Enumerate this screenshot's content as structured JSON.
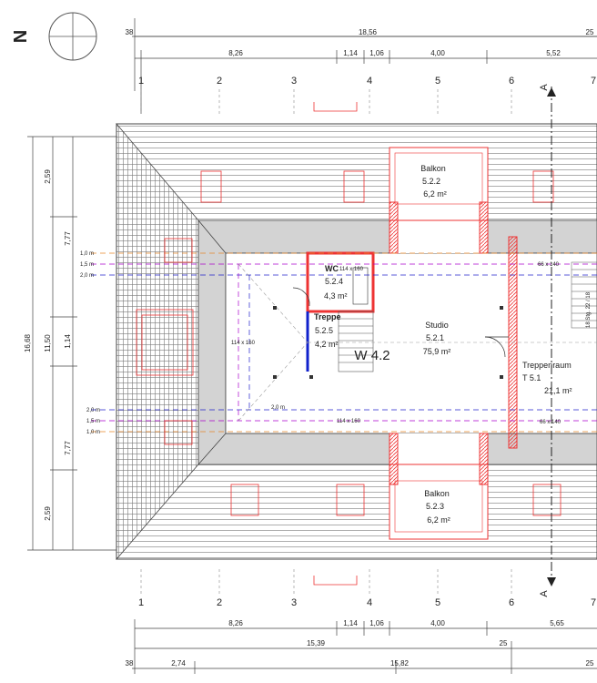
{
  "north": {
    "label": "N"
  },
  "dims_top": {
    "row1": [
      "38",
      "18,56",
      "25"
    ],
    "row2": [
      "8,26",
      "1,14",
      "1,06",
      "4,00",
      "5,52"
    ]
  },
  "dims_bottom": {
    "row1": [
      "8,26",
      "1,14",
      "1,06",
      "4,00",
      "5,65"
    ],
    "row2": [
      "15,39",
      "25"
    ],
    "row3": [
      "38",
      "2,74",
      "15,82",
      "25"
    ]
  },
  "dims_left": {
    "outer": "16,68",
    "middle": "11,50",
    "inner": [
      "2,59",
      "7,77",
      "1,14",
      "7,77",
      "2,59"
    ]
  },
  "axes": [
    "1",
    "2",
    "3",
    "4",
    "5",
    "6",
    "7"
  ],
  "section": {
    "label": "A"
  },
  "heights": {
    "upper": [
      "1,0 m",
      "1,5 m",
      "2,0 m"
    ],
    "lower": [
      "2,0 m",
      "1,5 m",
      "1,0 m"
    ],
    "plan_label": "2,0 m"
  },
  "apartment": {
    "label": "W 4.2"
  },
  "rooms": [
    {
      "name": "Balkon",
      "id": "5.2.2",
      "area": "6,2 m²"
    },
    {
      "name": "WC",
      "id": "5.2.4",
      "area": "4,3 m²"
    },
    {
      "name": "Treppe",
      "id": "5.2.5",
      "area": "4,2 m²"
    },
    {
      "name": "Studio",
      "id": "5.2.1",
      "area": "75,9 m²"
    },
    {
      "name": "Treppenraum",
      "id": "T 5.1",
      "area": "21,1 m²"
    },
    {
      "name": "Balkon",
      "id": "5.2.3",
      "area": "6,2 m²"
    }
  ],
  "windows": [
    "114 x 160",
    "114 x 160",
    "114 x 160",
    "66 x 140",
    "66 x 140"
  ],
  "stair": {
    "label": "18 Stg. 22 / 18"
  }
}
